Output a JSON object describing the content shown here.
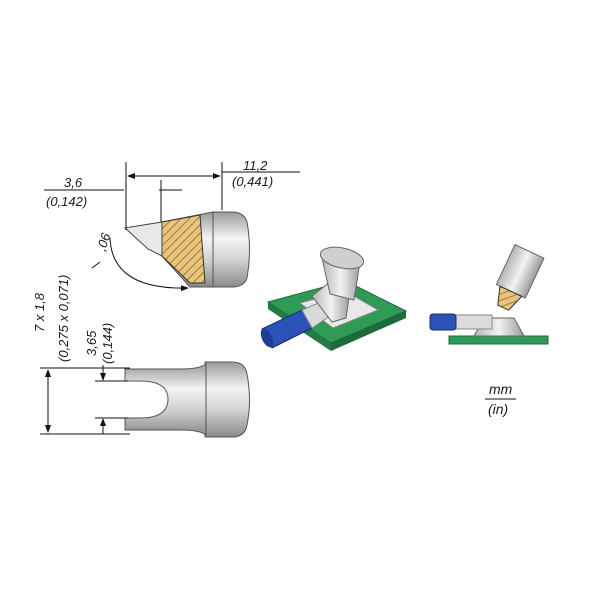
{
  "dimensions": {
    "tip_length_mm": "3,6",
    "tip_length_in": "(0,142)",
    "total_length_mm": "11,2",
    "total_length_in": "(0,441)",
    "angle": ",06",
    "cross_section_mm": "7 x 1,8",
    "cross_section_in": "(0,275 x 0,071)",
    "slot_width_mm": "3,65",
    "slot_width_in": "(0,144)"
  },
  "units": {
    "metric": "mm",
    "imperial": "(in)"
  },
  "colors": {
    "tip_metal": "#c8c8c8",
    "tip_highlight": "#f2f2f2",
    "solder_hatch": "#e5c27a",
    "pcb_green": "#2f9a55",
    "wire_blue": "#2a52b8"
  }
}
